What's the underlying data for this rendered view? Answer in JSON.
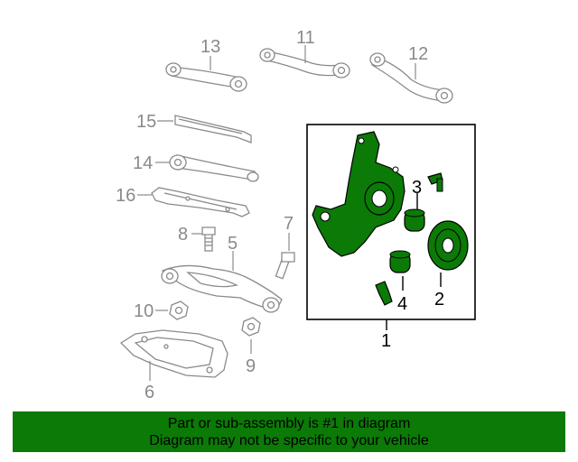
{
  "diagram": {
    "callouts": [
      {
        "id": "13",
        "label": "13"
      },
      {
        "id": "11",
        "label": "11"
      },
      {
        "id": "12",
        "label": "12"
      },
      {
        "id": "15",
        "label": "15"
      },
      {
        "id": "14",
        "label": "14"
      },
      {
        "id": "16",
        "label": "16"
      },
      {
        "id": "8",
        "label": "8"
      },
      {
        "id": "7",
        "label": "7"
      },
      {
        "id": "5",
        "label": "5"
      },
      {
        "id": "10",
        "label": "10"
      },
      {
        "id": "9",
        "label": "9"
      },
      {
        "id": "6",
        "label": "6"
      },
      {
        "id": "3",
        "label": "3"
      },
      {
        "id": "4",
        "label": "4"
      },
      {
        "id": "2",
        "label": "2"
      },
      {
        "id": "1",
        "label": "1"
      }
    ],
    "highlight_color": "#0b7a07",
    "part_line_color": "#8a8a8a"
  },
  "footer": {
    "line1": "Part or sub-assembly is #1 in diagram",
    "line2": "Diagram may not be specific to your vehicle",
    "background": "#0b7a07"
  }
}
